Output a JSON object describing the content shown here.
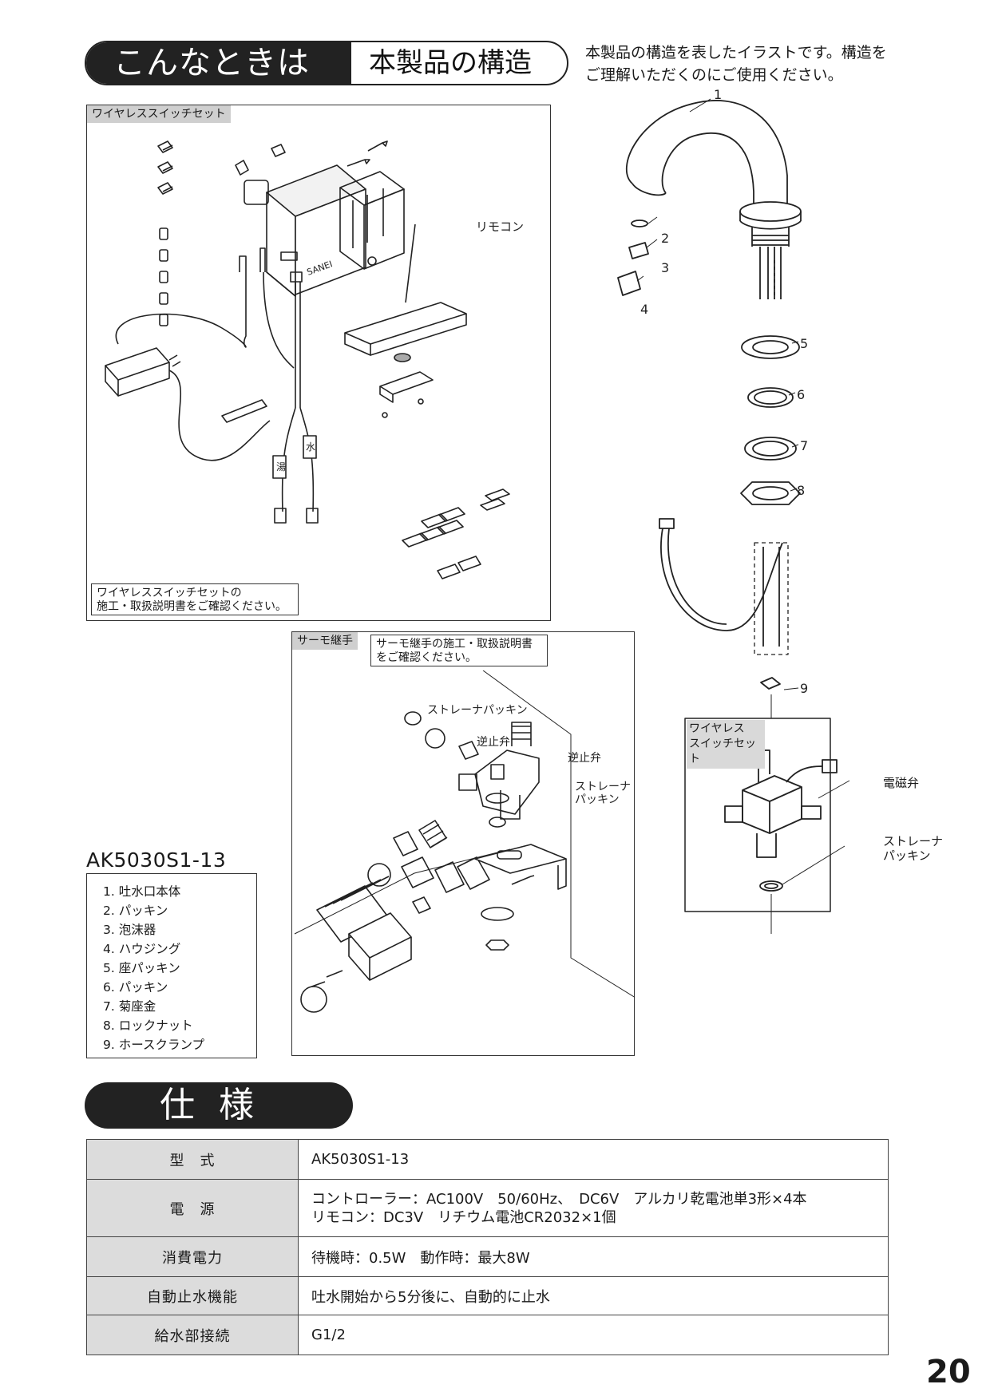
{
  "header": {
    "title_dark": "こんなときは",
    "title_light": "本製品の構造",
    "intro_lines": [
      "本製品の構造を表したイラストです。構造を",
      "ご理解いただくのにご使用ください。"
    ]
  },
  "wireless_set": {
    "label": "ワイヤレススイッチセット",
    "remote_label": "リモコン",
    "brand_text": "SANEI",
    "tag_hot": "湯",
    "tag_cold": "水",
    "note_lines": [
      "ワイヤレススイッチセットの",
      "施工・取扱説明書をご確認ください。"
    ]
  },
  "thermo": {
    "label": "サーモ継手",
    "note_lines": [
      "サーモ継手の施工・取扱説明書",
      "をご確認ください。"
    ],
    "strainer_packing_1": "ストレーナパッキン",
    "check_valve_1": "逆止弁",
    "check_valve_2": "逆止弁",
    "strainer_packing_2_lines": [
      "ストレーナ",
      "パッキン"
    ]
  },
  "faucet": {
    "part_numbers": [
      "1",
      "2",
      "3",
      "4",
      "5",
      "6",
      "7",
      "8",
      "9"
    ],
    "inner_box_label_lines": [
      "ワイヤレス",
      "スイッチセット"
    ],
    "solenoid_label": "電磁弁",
    "strainer_label_lines": [
      "ストレーナ",
      "パッキン"
    ]
  },
  "parts": {
    "model": "AK5030S1-13",
    "items": [
      "1. 吐水口本体",
      "2. パッキン",
      "3. 泡沫器",
      "4. ハウジング",
      "5. 座パッキン",
      "6. パッキン",
      "7. 菊座金",
      "8. ロックナット",
      "9. ホースクランプ"
    ]
  },
  "spec": {
    "title": "仕様",
    "rows": [
      {
        "label": "型　式",
        "value_lines": [
          "AK5030S1-13"
        ]
      },
      {
        "label": "電　源",
        "value_lines": [
          "コントローラー：AC100V　50/60Hz、　DC6V　アルカリ乾電池単3形×4本",
          "リモコン：DC3V　リチウム電池CR2032×1個"
        ]
      },
      {
        "label": "消費電力",
        "value_lines": [
          "待機時：0.5W　動作時：最大8W"
        ]
      },
      {
        "label": "自動止水機能",
        "value_lines": [
          "吐水開始から5分後に、自動的に止水"
        ]
      },
      {
        "label": "給水部接続",
        "value_lines": [
          "G1/2"
        ]
      }
    ]
  },
  "page_number": "20"
}
